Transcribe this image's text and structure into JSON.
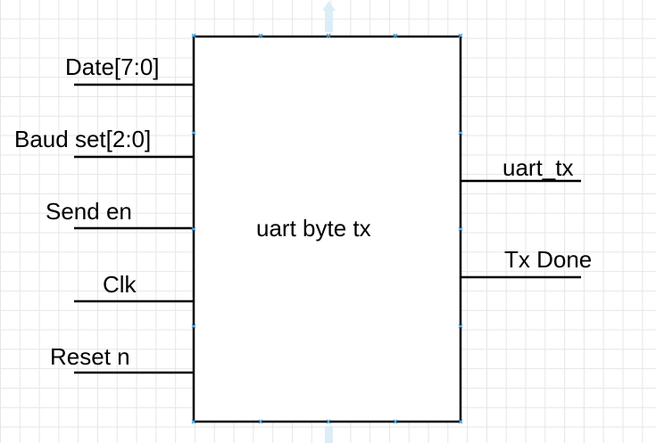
{
  "block": {
    "name": "uart byte tx"
  },
  "inputs": [
    {
      "label": "Date[7:0]"
    },
    {
      "label": "Baud set[2:0]"
    },
    {
      "label": "Send en"
    },
    {
      "label": "Clk"
    },
    {
      "label": "Reset n"
    }
  ],
  "outputs": [
    {
      "label": "uart_tx"
    },
    {
      "label": "Tx Done"
    }
  ],
  "colors": {
    "grid": "#e6e6e6",
    "stroke": "#000000",
    "handle": "#4aa3df",
    "guide": "#dcedf8"
  }
}
